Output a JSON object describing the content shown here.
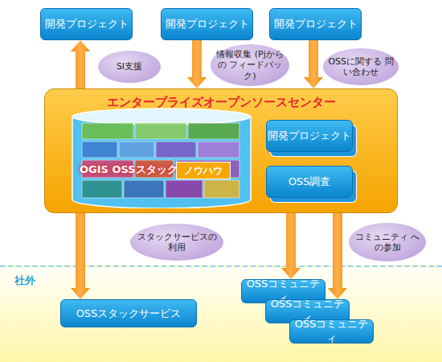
{
  "diagram": {
    "nodes": [
      {
        "text": [
          "開発プロジェクト"
        ]
      },
      {
        "text": [
          "開発プロジェクト"
        ]
      },
      {
        "text": [
          "開発プロジェクト"
        ]
      },
      {
        "text": [
          "エンタープライズオープンソースセンター"
        ]
      },
      {
        "text": [
          "OGIS OSSスタック"
        ],
        "in": 3
      },
      {
        "text": [
          "ノウハウ"
        ],
        "in": 4
      },
      {
        "text": [
          "開発プロジェクト"
        ],
        "in": 3
      },
      {
        "text": [
          "OSS調査"
        ],
        "in": 3
      },
      {
        "text": [
          "社外"
        ]
      },
      {
        "text": [
          "OSSスタックサービス"
        ],
        "in": 8
      },
      {
        "text": [
          "OSSコミュニティ"
        ],
        "in": 8
      },
      {
        "text": [
          "OSSコミュニティ"
        ],
        "in": 8
      },
      {
        "text": [
          "OSSコミュニティ"
        ],
        "in": 8
      }
    ],
    "edges": [
      {
        "from": 3,
        "to": 0,
        "arrow": "to",
        "label": "SI支援"
      },
      {
        "from": 1,
        "to": 3,
        "arrow": "to",
        "label": "情報収集 (Pjからの フィードバック)"
      },
      {
        "from": 2,
        "to": 3,
        "arrow": "to",
        "label": "OSSに関する 問い合わせ"
      },
      {
        "from": 3,
        "to": 9,
        "arrow": "to",
        "label": "スタックサービスの 利用"
      },
      {
        "from": 3,
        "to": 10,
        "arrow": "to"
      },
      {
        "from": 3,
        "to": 11,
        "arrow": "to",
        "label": "コミュニティ への参加"
      }
    ]
  }
}
